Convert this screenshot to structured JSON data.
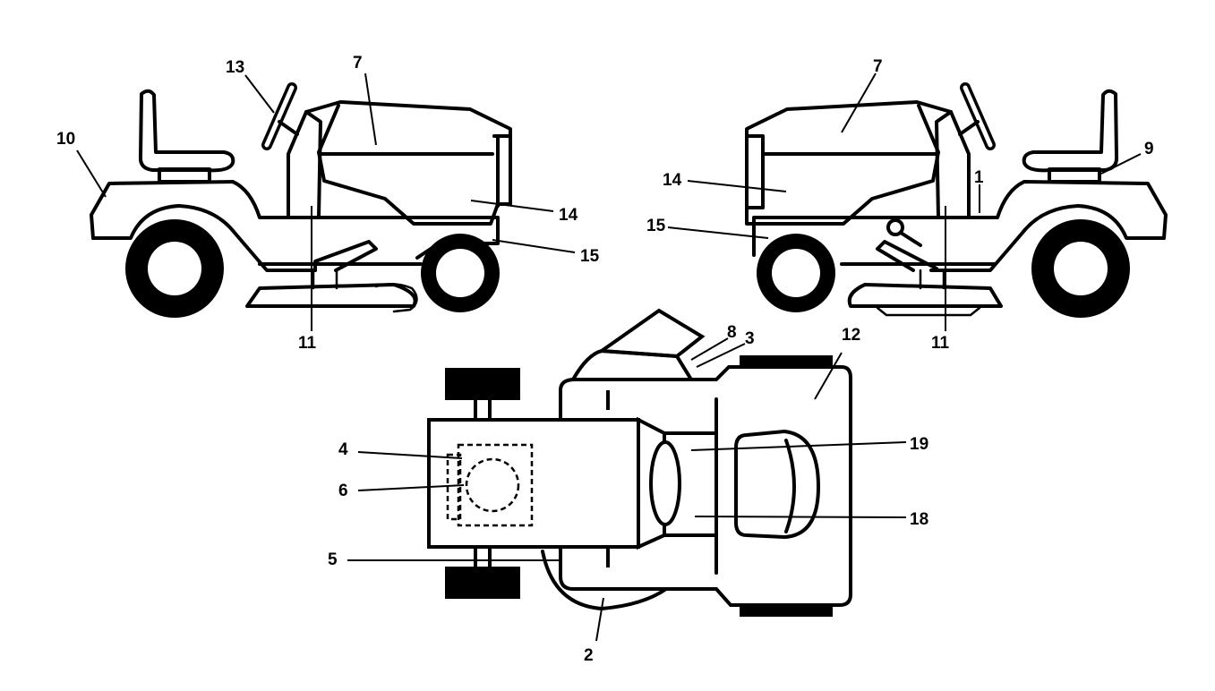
{
  "callouts": {
    "left": {
      "l13": "13",
      "l7": "7",
      "l10": "10",
      "l14": "14",
      "l15": "15",
      "l11": "11"
    },
    "right": {
      "r7": "7",
      "r9": "9",
      "r14": "14",
      "r1": "1",
      "r15": "15",
      "r11": "11"
    },
    "top": {
      "t8": "8",
      "t3": "3",
      "t12": "12",
      "t4": "4",
      "t19": "19",
      "t6": "6",
      "t18": "18",
      "t5": "5",
      "t2": "2"
    }
  },
  "colors": {
    "ink": "#000000",
    "paper": "#ffffff"
  }
}
